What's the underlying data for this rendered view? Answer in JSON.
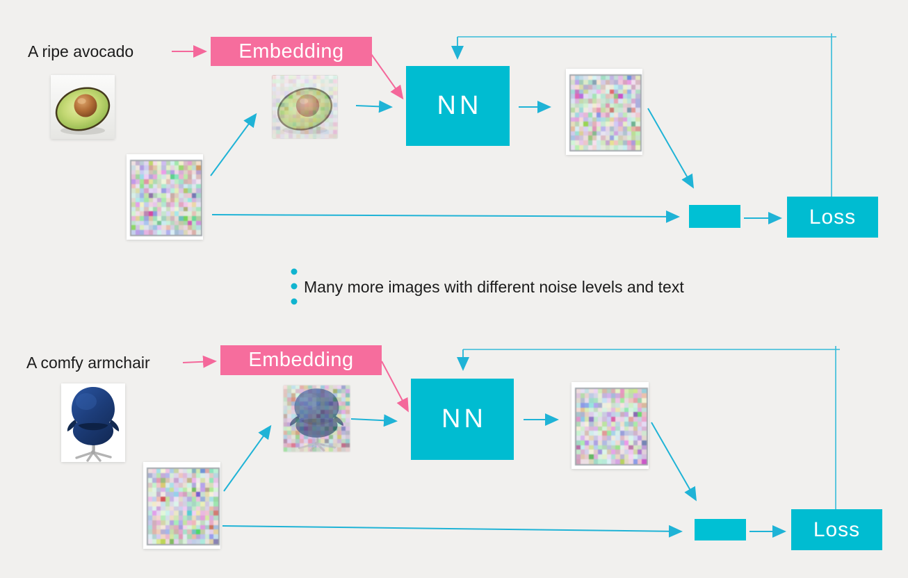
{
  "background": "#f1f0ee",
  "colors": {
    "pink_box": "#f66d9d",
    "cyan_box": "#00bcd1",
    "arrow_cyan": "#1fb3d6",
    "arrow_pink": "#f4679a",
    "text": "#1b1b1b"
  },
  "note": {
    "text": "Many more images with different noise levels and text"
  },
  "rows": [
    {
      "prompt": "A ripe avocado",
      "embedding_label": "Embedding",
      "nn_label": "NN",
      "loss_label": "Loss",
      "source_image": "avocado-photo",
      "noised_image": "noisy-avocado",
      "noise_input": "random-noise",
      "nn_output": "predicted-noise"
    },
    {
      "prompt": "A comfy armchair",
      "embedding_label": "Embedding",
      "nn_label": "NN",
      "loss_label": "Loss",
      "source_image": "armchair-photo",
      "noised_image": "noisy-armchair",
      "noise_input": "random-noise",
      "nn_output": "predicted-noise"
    }
  ]
}
